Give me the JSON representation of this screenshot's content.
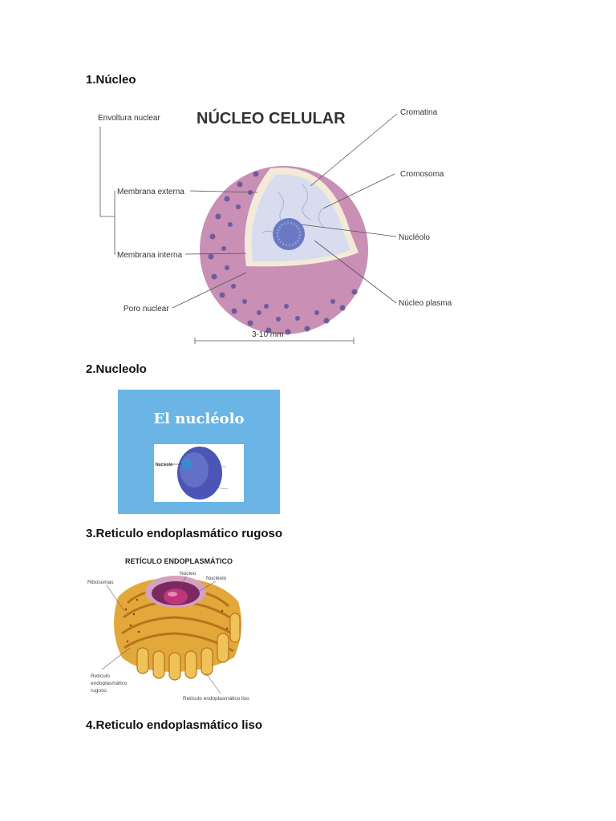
{
  "sections": [
    {
      "heading": "1.Núcleo"
    },
    {
      "heading": "2.Nucleolo"
    },
    {
      "heading": "3.Reticulo endoplasmático rugoso"
    },
    {
      "heading": "4.Reticulo endoplasmático liso"
    }
  ],
  "figure1": {
    "title": "NÚCLEO CELULAR",
    "labels": {
      "envoltura": "Envoltura nuclear",
      "membrana_externa": "Membrana externa",
      "membrana_interna": "Membrana interna",
      "poro": "Poro nuclear",
      "cromatina": "Cromatina",
      "cromosoma": "Cromosoma",
      "nucleolo": "Nucléolo",
      "nucleoplasma": "Núcleo plasma"
    },
    "scale": "3-10 mm",
    "colors": {
      "envelope": "#c98fb5",
      "pores": "#6e5c9e",
      "interior": "#d8dcef",
      "nucleolus": "#6a78c4"
    }
  },
  "figure2": {
    "title": "El nucléolo",
    "subtitle": "",
    "label_nucleolo": "Nucleolo",
    "colors": {
      "background": "#6ab5e6",
      "sphere": "#4a55b5"
    }
  },
  "figure3": {
    "title": "RETÍCULO ENDOPLASMÁTICO",
    "labels": {
      "ribosomas": "Ribosomas",
      "nucleo": "Núcleo",
      "nucleolo": "Nucléolo",
      "rugoso_1": "Retículo",
      "rugoso_2": "endoplasmático",
      "rugoso_3": "rugoso",
      "liso": "Retículo endoplasmático liso"
    },
    "colors": {
      "er": "#e2a83a",
      "er_dark": "#b8741c",
      "nucleus": "#c0347a"
    }
  }
}
